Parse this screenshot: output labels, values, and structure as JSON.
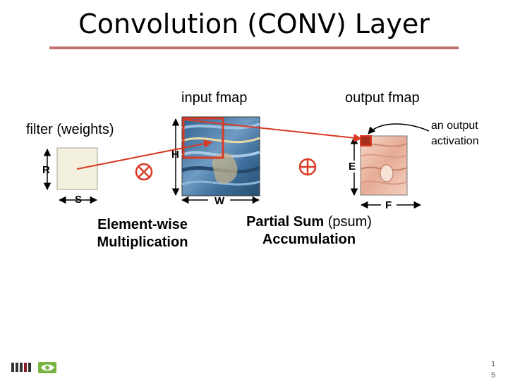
{
  "slide": {
    "title": "Convolution (CONV) Layer",
    "page_number_top": "1",
    "page_number_bottom": "5"
  },
  "labels": {
    "input_fmap": "input fmap",
    "output_fmap": "output fmap",
    "filter": "filter (weights)",
    "output_activation_line1": "an output",
    "output_activation_line2": "activation"
  },
  "dimensions": {
    "R": "R",
    "S": "S",
    "H": "H",
    "W": "W",
    "E": "E",
    "F": "F"
  },
  "captions": {
    "element_wise_line1": "Element-wise",
    "element_wise_line2": "Multiplication",
    "partial_sum_bold": "Partial Sum",
    "partial_sum_paren": "(psum)",
    "partial_sum_line2": "Accumulation"
  },
  "symbols": {
    "multiply": "⊗",
    "add": "⊕"
  },
  "colors": {
    "accent_red": "#d93b25",
    "title_rule": "#c0726a",
    "filter_fill": "#f4f0de",
    "input_blue": "#4d7fb0",
    "output_pink": "#edc1b0"
  }
}
